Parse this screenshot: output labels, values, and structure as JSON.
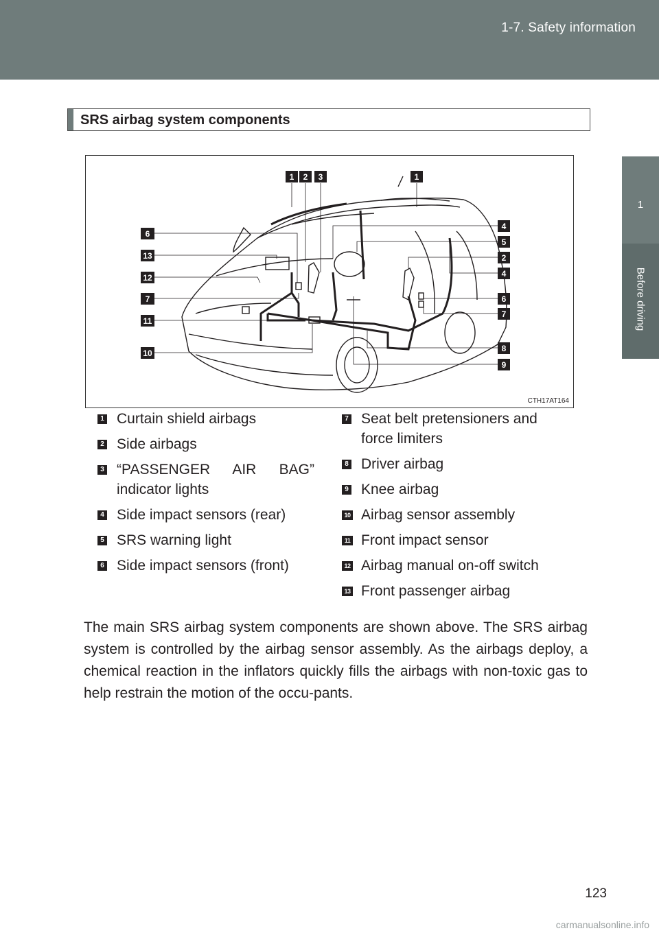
{
  "header": {
    "title": "1-7. Safety information"
  },
  "side_tab": {
    "number": "1",
    "label": "Before driving"
  },
  "section": {
    "title": "SRS airbag system components"
  },
  "figure": {
    "code": "CTH17AT164",
    "callouts_top": [
      "1",
      "2",
      "3",
      "1"
    ],
    "callouts_left": [
      "6",
      "13",
      "12",
      "7",
      "11",
      "10"
    ],
    "callouts_right": [
      "4",
      "5",
      "2",
      "4",
      "6",
      "7",
      "8",
      "9"
    ]
  },
  "legend": {
    "left": [
      {
        "num": "1",
        "text": "Curtain shield airbags"
      },
      {
        "num": "2",
        "text": "Side airbags"
      },
      {
        "num": "3",
        "line1": "“PASSENGER AIR BAG”",
        "line2": "indicator lights"
      },
      {
        "num": "4",
        "text": "Side impact sensors (rear)"
      },
      {
        "num": "5",
        "text": "SRS warning light"
      },
      {
        "num": "6",
        "text": "Side impact sensors (front)"
      }
    ],
    "right": [
      {
        "num": "7",
        "text": "Seat belt pretensioners and force limiters"
      },
      {
        "num": "8",
        "text": "Driver airbag"
      },
      {
        "num": "9",
        "text": "Knee airbag"
      },
      {
        "num": "10",
        "text": "Airbag sensor assembly"
      },
      {
        "num": "11",
        "text": "Front impact sensor"
      },
      {
        "num": "12",
        "text": "Airbag manual on-off switch"
      },
      {
        "num": "13",
        "text": "Front passenger airbag"
      }
    ]
  },
  "body_text": "The main SRS airbag system components are shown above. The SRS airbag system is controlled by the airbag sensor assembly. As the airbags deploy, a chemical reaction in the inflators quickly fills the airbags with non-toxic gas to help restrain the motion of the occu-pants.",
  "page_number": "123",
  "watermark": "carmanualsonline.info"
}
